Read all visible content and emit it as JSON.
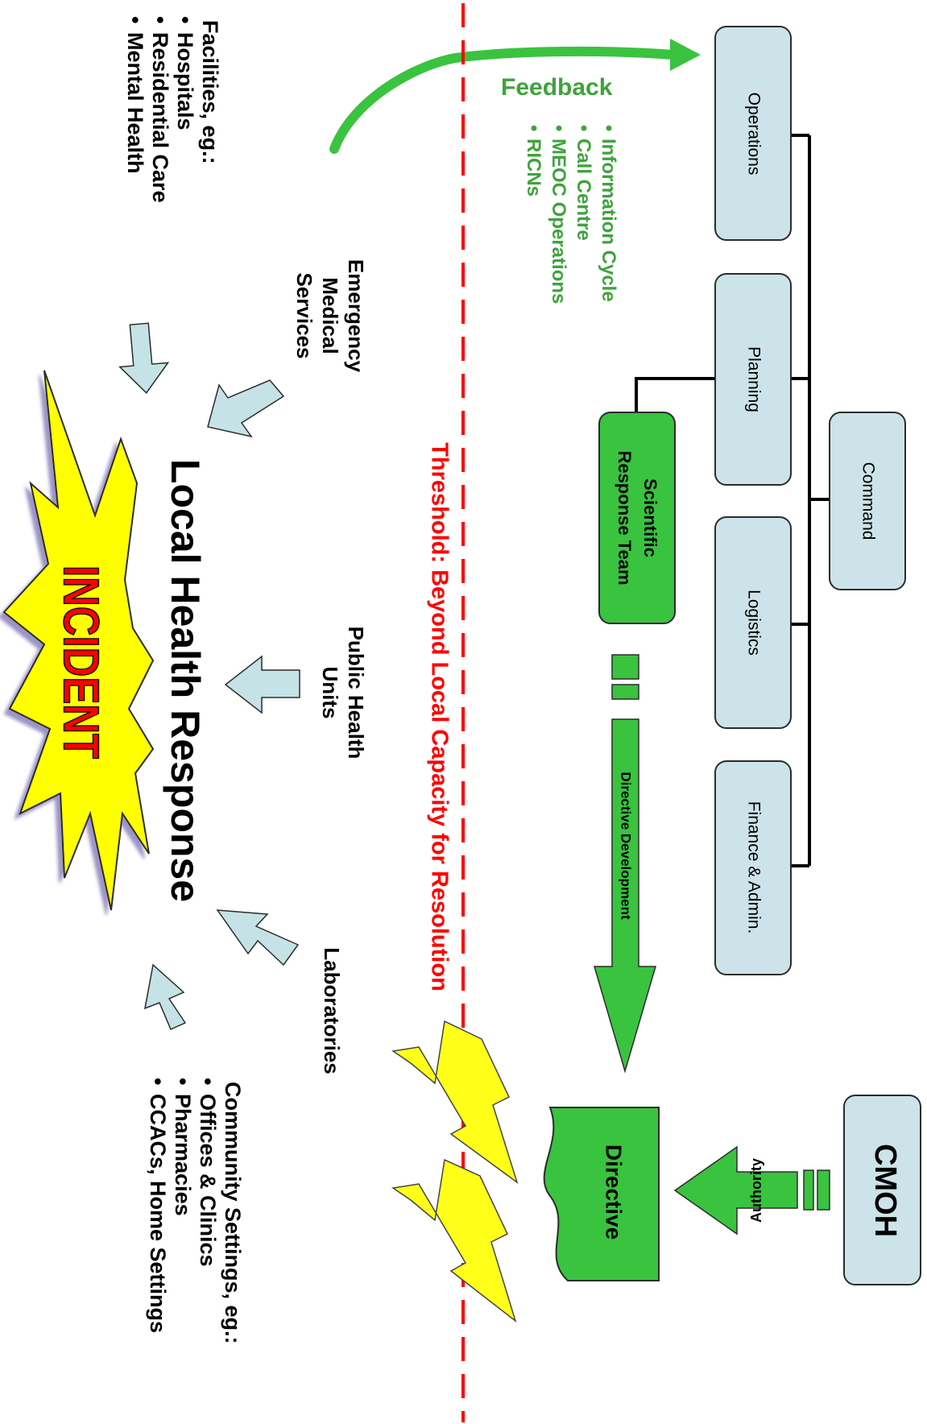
{
  "colors": {
    "box_fill": "#cce4e9",
    "box_stroke": "#2c2c2c",
    "green": "#39c33f",
    "green_text": "#3fa33c",
    "threshold_red": "#ff0000",
    "arrow_blue": "#c5e3e6",
    "burst_yellow": "#ffff00",
    "incident_red": "#ff0000",
    "bolt_yellow": "#ffff1a",
    "connector": "#000000"
  },
  "ics": {
    "operations": "Operations",
    "planning": "Planning",
    "command": "Command",
    "logistics": "Logistics",
    "finance": "Finance & Admin."
  },
  "feedback": {
    "title": "Feedback",
    "items": [
      "Information Cycle",
      "Call Centre",
      "MEOC Operations",
      "RICNs"
    ]
  },
  "scientific_team": {
    "line1": "Scientific",
    "line2": "Response Team"
  },
  "directive_development": "Directive Development",
  "directive": "Directive",
  "authority": "Authority",
  "cmoh": "CMOH",
  "threshold": "Threshold: Beyond Local Capacity for Resolution",
  "local_health_response": "Local Health Response",
  "incident": "INCIDENT",
  "sources": {
    "ems": [
      "Emergency",
      "Medical",
      "Services"
    ],
    "public_health": [
      "Public Health",
      "Units"
    ],
    "laboratories": "Laboratories",
    "facilities": {
      "title": "Facilities, eg.:",
      "items": [
        "Hospitals",
        "Residential Care",
        "Mental Health"
      ]
    },
    "community": {
      "title": "Community Settings, eg.:",
      "items": [
        "Offices & Clinics",
        "Pharmacies",
        "CCACs, Home Settings"
      ]
    }
  }
}
